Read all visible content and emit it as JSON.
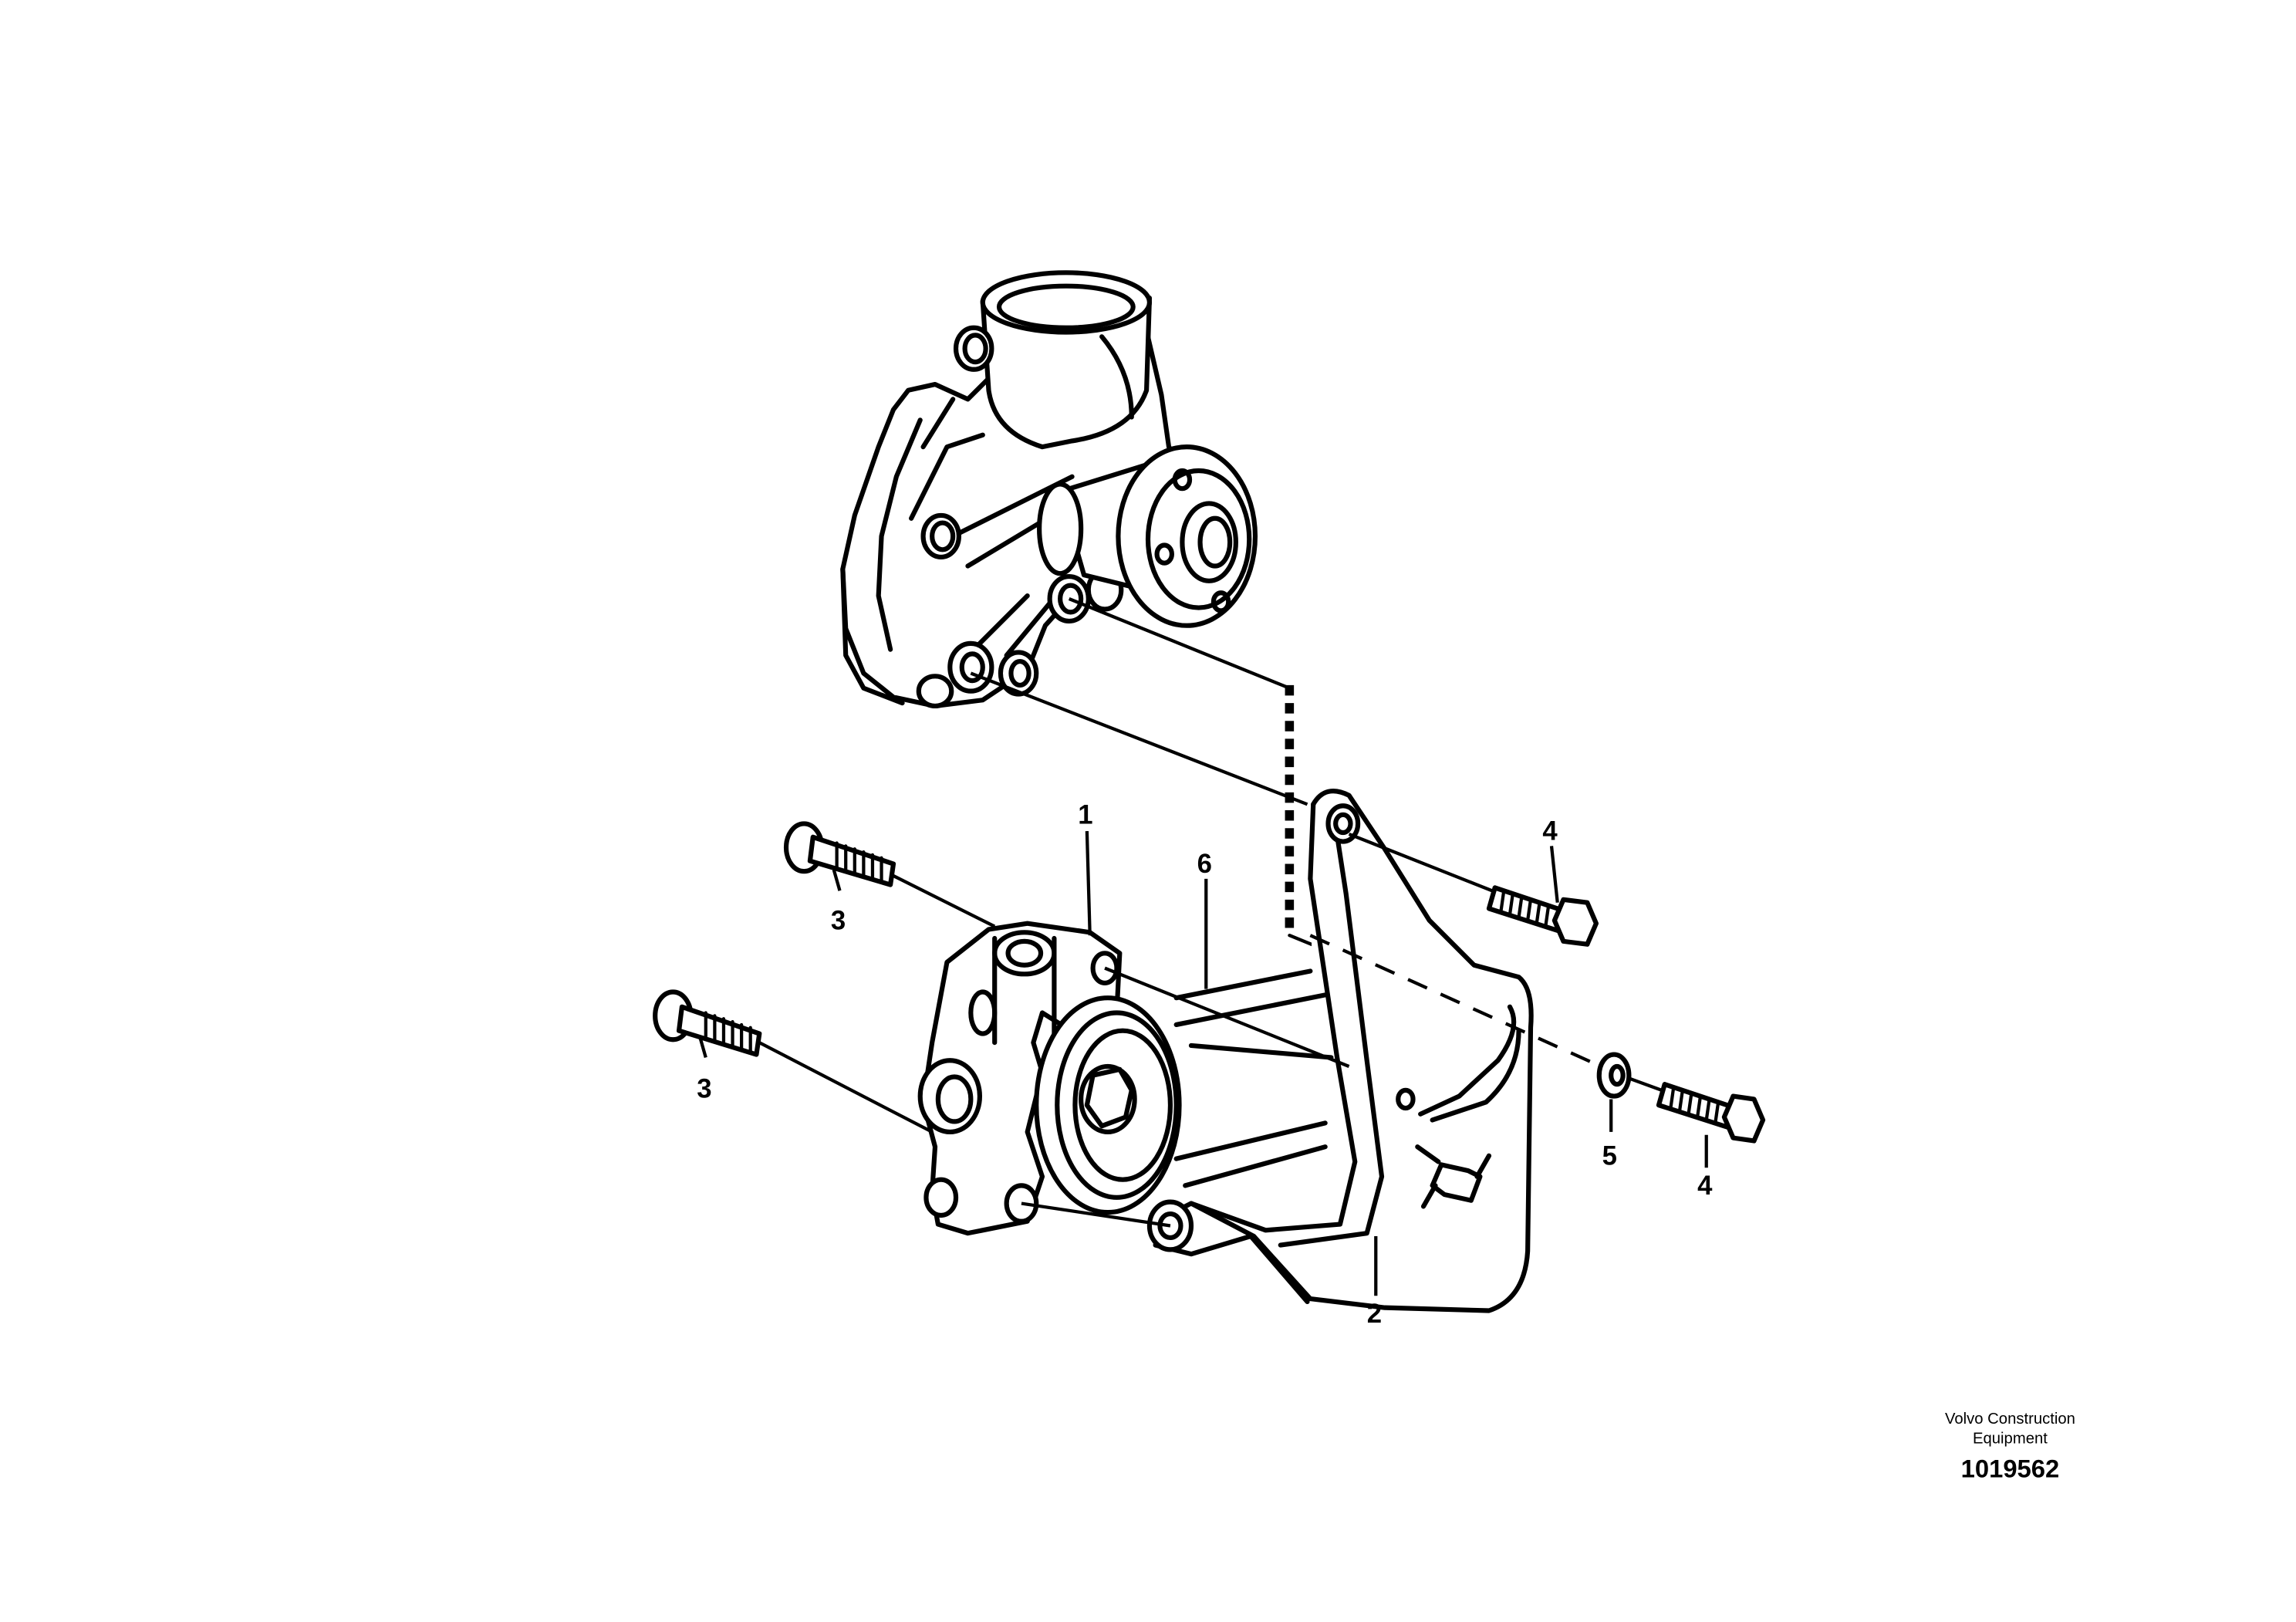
{
  "diagram": {
    "part_labels": {
      "p1": "1",
      "p2": "2",
      "p3a": "3",
      "p3b": "3",
      "p4a": "4",
      "p4b": "4",
      "p5": "5",
      "p6": "6"
    },
    "footer": {
      "company_line1": "Volvo Construction",
      "company_line2": "Equipment",
      "drawing_number": "1019562"
    }
  }
}
